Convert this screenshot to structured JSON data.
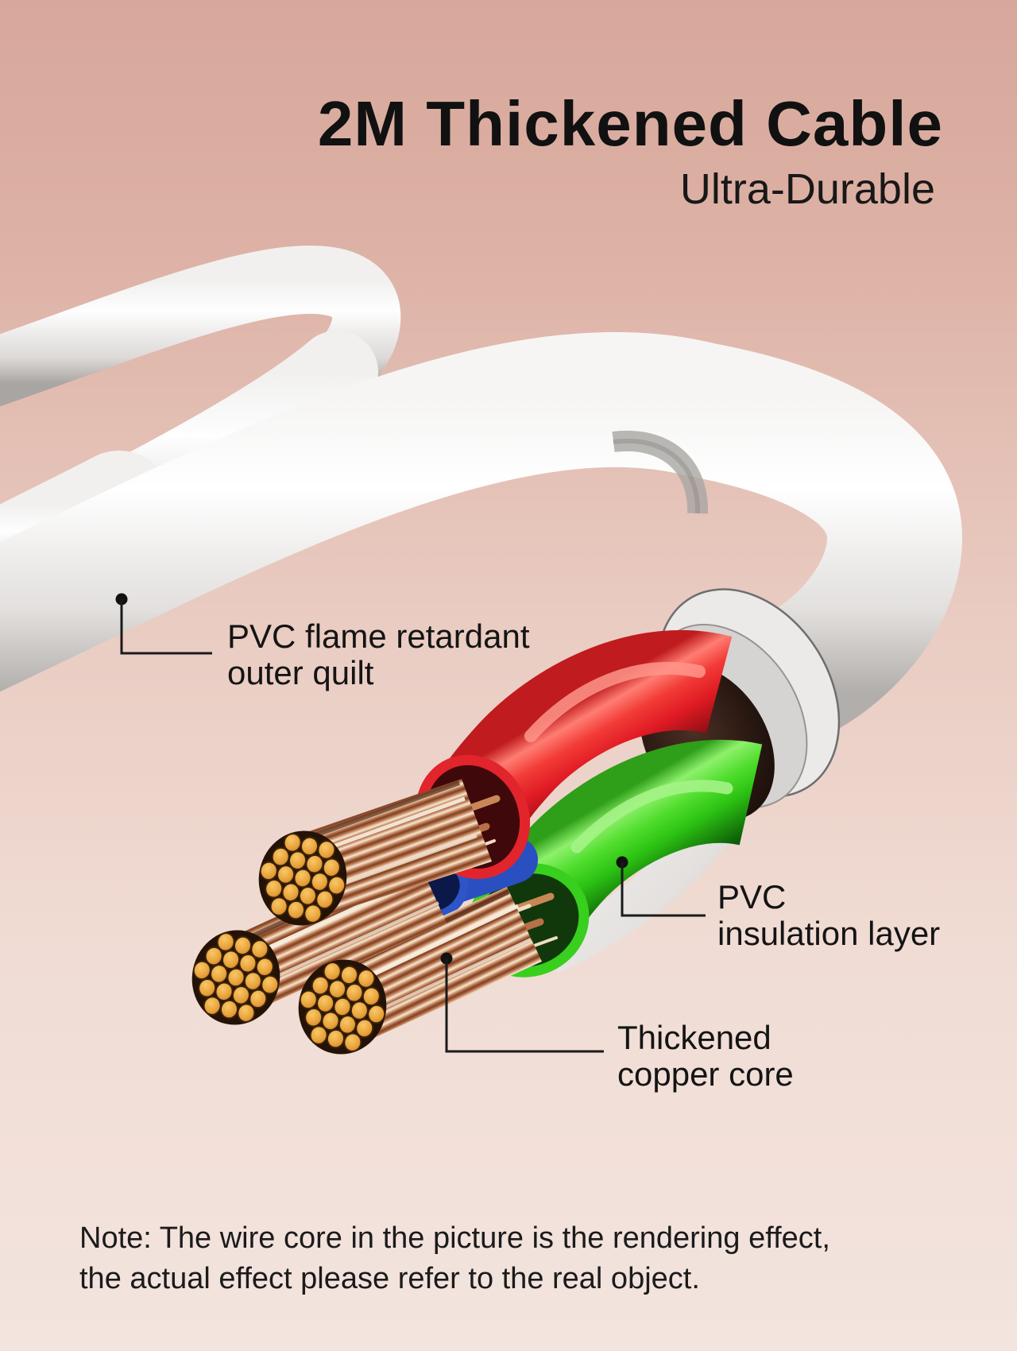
{
  "title": "2M Thickened Cable",
  "subtitle": "Ultra-Durable",
  "callouts": {
    "outer_quilt": {
      "line1": "PVC flame retardant",
      "line2": "outer quilt"
    },
    "insulation": {
      "line1": "PVC",
      "line2": "insulation layer"
    },
    "copper_core": {
      "line1": "Thickened",
      "line2": "copper core"
    }
  },
  "note": {
    "line1": "Note: The wire core in the picture is the rendering effect,",
    "line2": "the actual effect please refer to the real object."
  },
  "colors": {
    "background_top": "#d7a79b",
    "background_bottom": "#f3e4de",
    "text": "#141414",
    "jacket_white": "#fbfbfb",
    "wire_red": "#e6232b",
    "wire_green": "#3bd01f",
    "wire_blue": "#2a4fc0",
    "copper": "#c98757",
    "copper_strand_end": "#e9a23b"
  }
}
